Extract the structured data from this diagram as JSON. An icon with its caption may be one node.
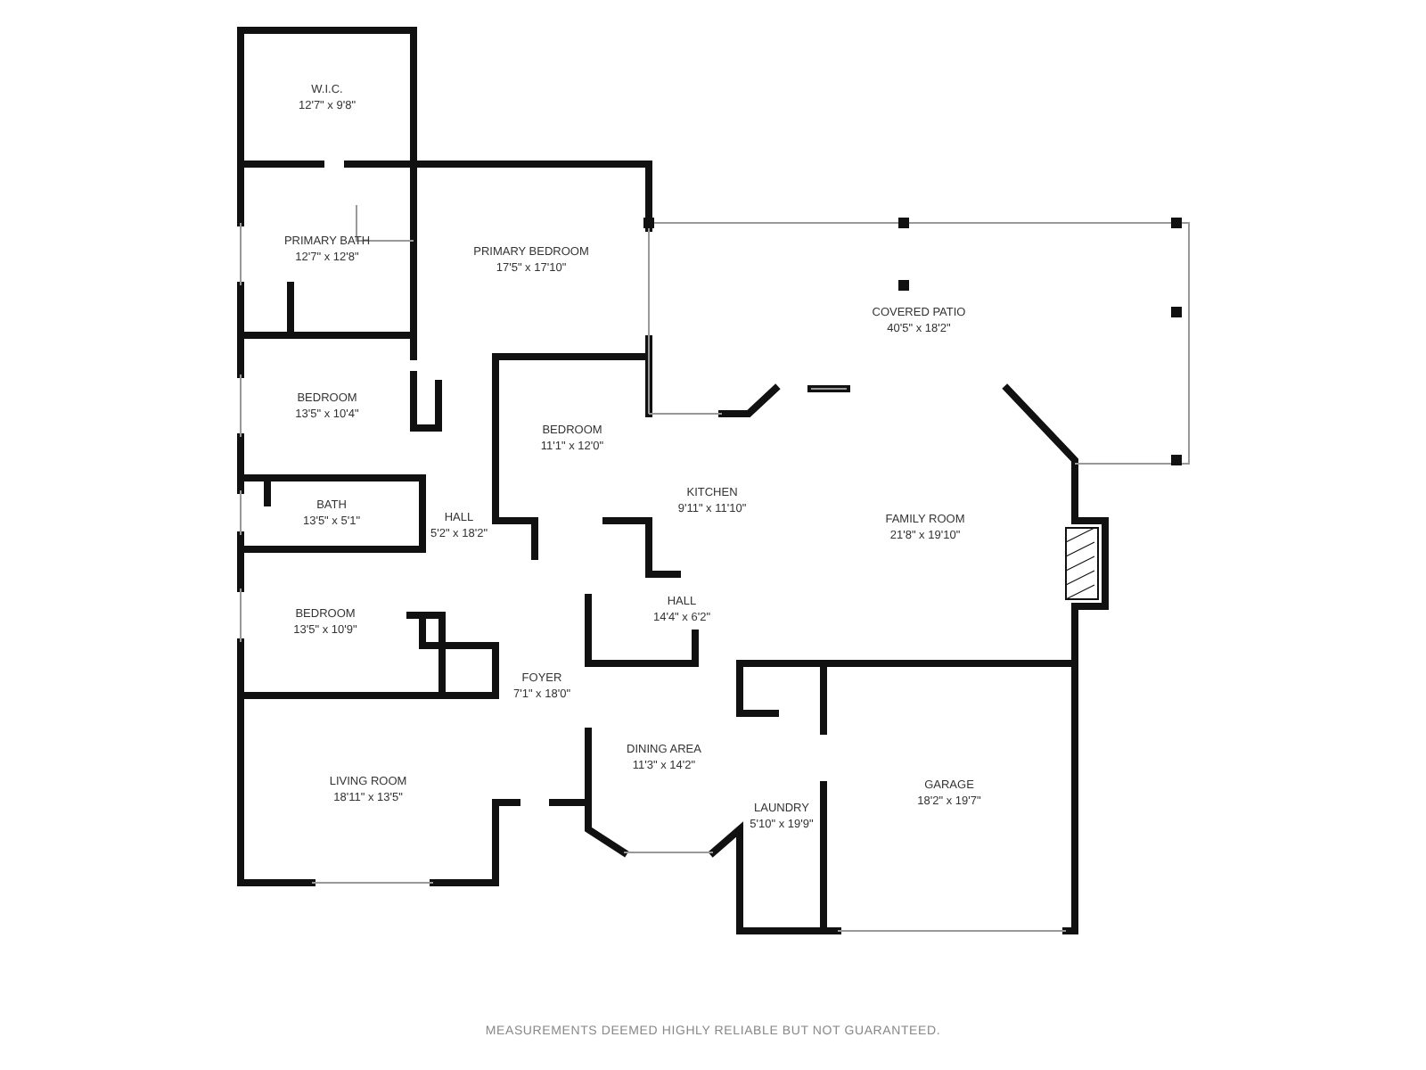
{
  "diagram": {
    "caption": "MEASUREMENTS DEEMED HIGHLY RELIABLE BUT NOT GUARANTEED.",
    "nodes": [
      {
        "text": [
          "W.I.C.",
          "12'7\" x 9'8\""
        ]
      },
      {
        "text": [
          "PRIMARY BATH",
          "12'7\" x 12'8\""
        ]
      },
      {
        "text": [
          "PRIMARY BEDROOM",
          "17'5\" x 17'10\""
        ]
      },
      {
        "text": [
          "COVERED PATIO",
          "40'5\" x 18'2\""
        ]
      },
      {
        "text": [
          "BEDROOM",
          "13'5\" x 10'4\""
        ]
      },
      {
        "text": [
          "BEDROOM",
          "11'1\" x 12'0\""
        ]
      },
      {
        "text": [
          "KITCHEN",
          "9'11\" x 11'10\""
        ]
      },
      {
        "text": [
          "FAMILY ROOM",
          "21'8\" x 19'10\""
        ]
      },
      {
        "text": [
          "BATH",
          "13'5\" x 5'1\""
        ]
      },
      {
        "text": [
          "HALL",
          "5'2\" x 18'2\""
        ]
      },
      {
        "text": [
          "BEDROOM",
          "13'5\" x 10'9\""
        ]
      },
      {
        "text": [
          "HALL",
          "14'4\" x 6'2\""
        ]
      },
      {
        "text": [
          "FOYER",
          "7'1\" x 18'0\""
        ]
      },
      {
        "text": [
          "LIVING ROOM",
          "18'11\" x 13'5\""
        ]
      },
      {
        "text": [
          "DINING AREA",
          "11'3\" x 14'2\""
        ]
      },
      {
        "text": [
          "LAUNDRY",
          "5'10\" x 19'9\""
        ]
      },
      {
        "text": [
          "GARAGE",
          "18'2\" x 19'7\""
        ]
      }
    ],
    "edges": []
  }
}
